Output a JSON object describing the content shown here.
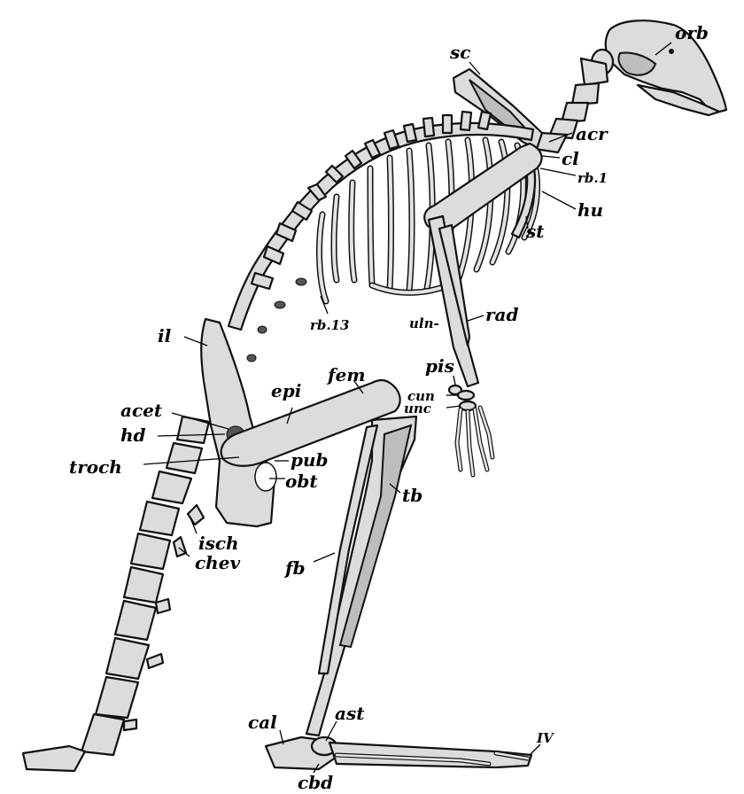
{
  "figure": {
    "subject": "skeleton",
    "labels": {
      "orb": "orb",
      "sc": "sc",
      "acr": "acr",
      "cl": "cl",
      "rb1": "rb.1",
      "hu": "hu",
      "st": "st",
      "rad": "rad",
      "uln": "uln-",
      "rb13": "rb.13",
      "il": "il",
      "epi": "epi",
      "fem": "fem",
      "pis": "pis",
      "cun": "cun",
      "unc": "unc",
      "acet": "acet",
      "hd": "hd",
      "troch": "troch",
      "pub": "pub",
      "obt": "obt",
      "tb": "tb",
      "isch": "isch",
      "chev": "chev",
      "fb": "fb",
      "cal": "cal",
      "ast": "ast",
      "iv": "IV",
      "cbd": "cbd"
    }
  }
}
